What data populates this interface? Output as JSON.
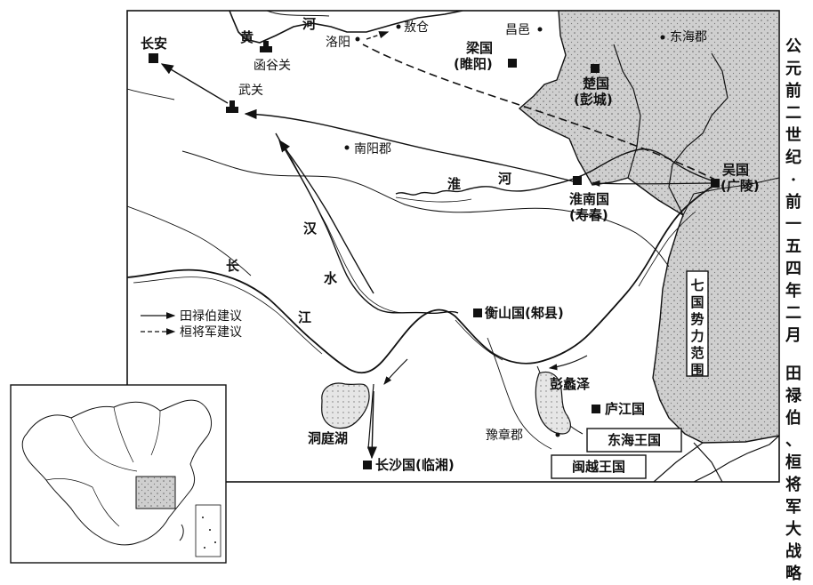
{
  "caption": "公元前二世纪·前一五四年二月 田禄伯、桓将军大战略",
  "legend": {
    "tian_lubo": "田禄伯建议",
    "huan_jiangjun": "桓将军建议"
  },
  "box_label": "七国势力范围",
  "rivers": {
    "huang": [
      "黄",
      "河"
    ],
    "huai": [
      "淮",
      "河"
    ],
    "han": [
      "汉",
      "水"
    ],
    "chang": [
      "长",
      "江"
    ]
  },
  "places": {
    "changan": "长安",
    "hanguguan": "函谷关",
    "wuguan": "武关",
    "luoyang": "洛阳",
    "aocang": "敖仓",
    "changyi": "昌邑",
    "donghaijun": "东海郡",
    "liangguo_1": "梁国",
    "liangguo_2": "(睢阳)",
    "chuguo_1": "楚国",
    "chuguo_2": "(彭城)",
    "nanyangjun": "南阳郡",
    "huainan_1": "淮南国",
    "huainan_2": "(寿春)",
    "wuguo_1": "吴国",
    "wuguo_2": "(广陵)",
    "hengshan": "衡山国(邾县)",
    "pengli": "彭蠡泽",
    "lujiang": "庐江国",
    "dongting": "洞庭湖",
    "yuzhang": "豫章郡",
    "changsha": "长沙国(临湘)",
    "donghaiwang": "东海王国",
    "minyue": "闽越王国"
  }
}
